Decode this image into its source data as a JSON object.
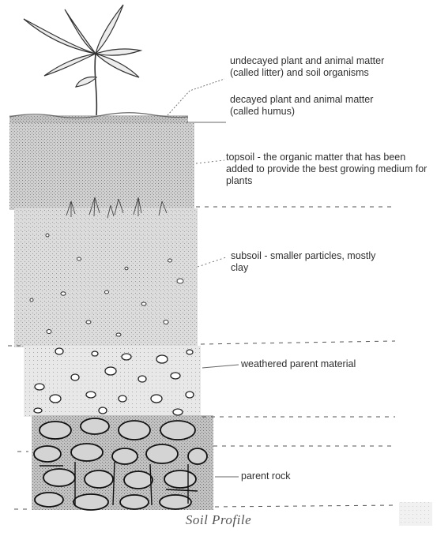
{
  "title": "Soil Profile",
  "colors": {
    "ink": "#2f2f2f",
    "stipple": "#777777",
    "soil_topsoil": "#c9c9c9",
    "soil_subsoil": "#dadada",
    "soil_weathered": "#e6e6e6",
    "soil_rock": "#bdbdbd",
    "leader": "#666666"
  },
  "icons": [
    "plant-seedling-icon"
  ],
  "layers": [
    {
      "id": "litter",
      "label": "undecayed plant and animal matter (called litter) and soil organisms"
    },
    {
      "id": "humus",
      "label": "decayed plant and animal matter (called humus)"
    },
    {
      "id": "topsoil",
      "label": "topsoil - the organic matter that has been added to provide the best growing medium for plants"
    },
    {
      "id": "subsoil",
      "label": "subsoil - smaller particles, mostly clay"
    },
    {
      "id": "weathered",
      "label": "weathered parent material"
    },
    {
      "id": "rock",
      "label": "parent rock"
    }
  ]
}
